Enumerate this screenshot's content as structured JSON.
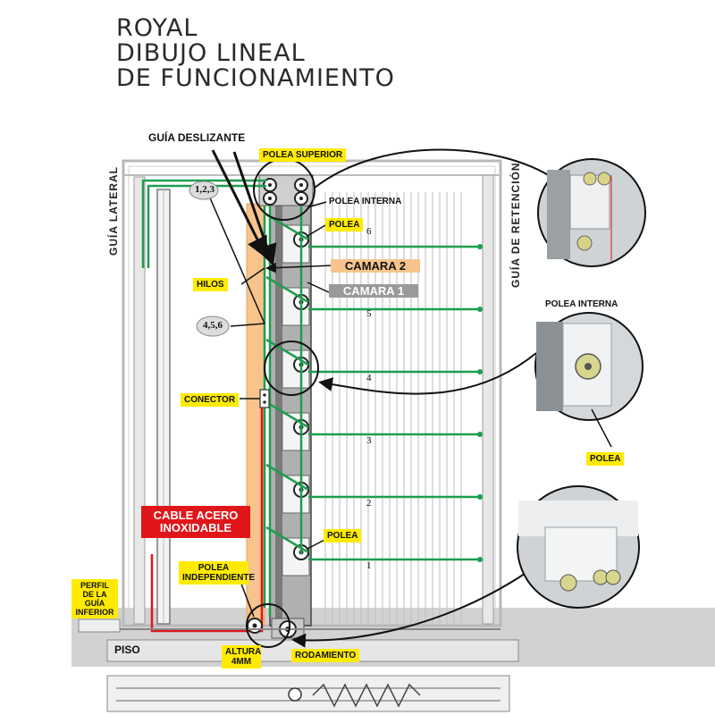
{
  "title": {
    "line1": "ROYAL",
    "line2": "DIBUJO LINEAL",
    "line3": "DE FUNCIONAMIENTO"
  },
  "labels": {
    "guia_deslizante": "GUÍA DESLIZANTE",
    "polea_superior": "POLEA SUPERIOR",
    "polea_interna": "POLEA INTERNA",
    "polea": "POLEA",
    "camara2": "CAMARA 2",
    "camara1": "CAMARA 1",
    "hilos": "HILOS",
    "conector": "CONECTOR",
    "cable_acero": "CABLE ACERO INOXIDABLE",
    "polea_independiente": "POLEA INDEPENDIENTE",
    "perfil_guia_inferior": "PERFIL DE LA GUÍA INFERIOR",
    "piso": "PISO",
    "altura": "ALTURA 4MM",
    "rodamiento": "RODAMIENTO",
    "guia_lateral": "GUÍA LATERAL",
    "guia_retencion": "GUÍA DE RETENCIÓN",
    "polea_interna_right": "POLEA INTERNA",
    "polea_right": "POLEA",
    "polea_lower": "POLEA",
    "group_123": "1,2,3",
    "group_456": "4,5,6"
  },
  "levels": [
    "6",
    "5",
    "4",
    "3",
    "2",
    "1"
  ],
  "colors": {
    "thread_green": "#1e9e4e",
    "cable_red": "#e0161b",
    "label_yellow": "#ffeb00",
    "camara2_orange": "#f6c48c",
    "camara1_gray": "#9a9a9a",
    "floor_gray": "#d2d2d2"
  }
}
